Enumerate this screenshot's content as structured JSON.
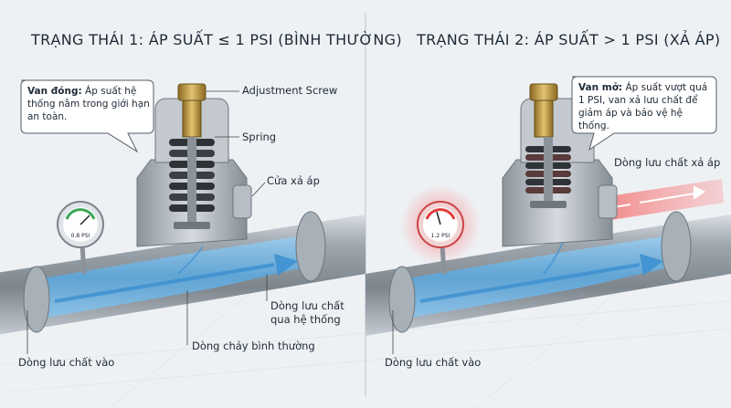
{
  "left_panel": {
    "title": "TRẠNG THÁI 1: ÁP SUẤT ≤ 1 PSI (BÌNH THƯỜNG)",
    "callout_bold": "Van đóng:",
    "callout_text": " Áp suất hệ thống nằm trong giới hạn an toàn.",
    "label_adjustment_screw": "Adjustment Screw",
    "label_spring": "Spring",
    "label_relief_port": "Cửa xả áp",
    "label_flow_through": "Dòng lưu chất\nqua hệ thống",
    "label_normal_flow": "Dòng chảy bình thường",
    "label_inflow": "Dòng lưu chất vào",
    "gauge_reading": "0.8 PSI",
    "gauge_color": "#3aa655"
  },
  "right_panel": {
    "title": "TRẠNG THÁI 2: ÁP SUẤT > 1 PSI (XẢ ÁP)",
    "callout_bold": "Van mở:",
    "callout_text": " Áp suất vượt quá 1 PSI, van xả lưu chất để giảm áp và bảo vệ hệ thống.",
    "label_discharge_flow": "Dòng lưu chất xả áp",
    "label_inflow": "Dòng lưu chất vào",
    "gauge_reading": "1.2 PSI",
    "gauge_color": "#e23a3a"
  },
  "colors": {
    "fluid": "#6fb6e6",
    "discharge": "#f04a4a",
    "metal": "#9aa3ac",
    "brass": "#c9a24a"
  }
}
